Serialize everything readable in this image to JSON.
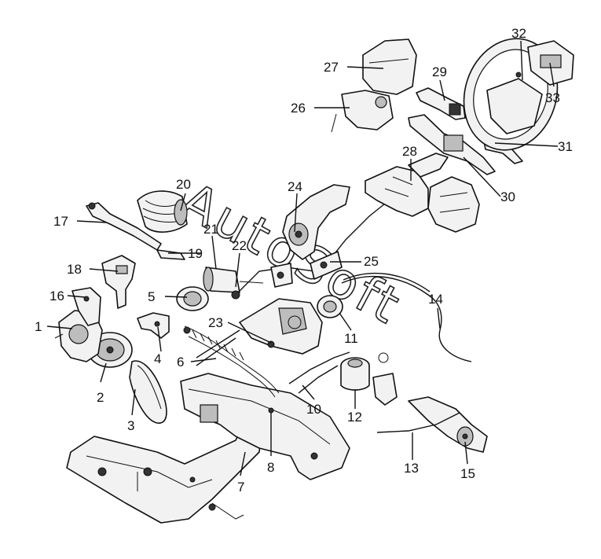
{
  "watermark": "AutoSoft",
  "parts": [
    {
      "id": "p1",
      "label": "1"
    },
    {
      "id": "p2",
      "label": "2"
    },
    {
      "id": "p3",
      "label": "3"
    },
    {
      "id": "p4",
      "label": "4"
    },
    {
      "id": "p5",
      "label": "5"
    },
    {
      "id": "p6",
      "label": "6"
    },
    {
      "id": "p7",
      "label": "7"
    },
    {
      "id": "p8",
      "label": "8"
    },
    {
      "id": "p10",
      "label": "10"
    },
    {
      "id": "p11",
      "label": "11"
    },
    {
      "id": "p12",
      "label": "12"
    },
    {
      "id": "p13",
      "label": "13"
    },
    {
      "id": "p14",
      "label": "14"
    },
    {
      "id": "p15",
      "label": "15"
    },
    {
      "id": "p16",
      "label": "16"
    },
    {
      "id": "p17",
      "label": "17"
    },
    {
      "id": "p18",
      "label": "18"
    },
    {
      "id": "p19",
      "label": "19"
    },
    {
      "id": "p20",
      "label": "20"
    },
    {
      "id": "p21",
      "label": "21"
    },
    {
      "id": "p22",
      "label": "22"
    },
    {
      "id": "p23",
      "label": "23"
    },
    {
      "id": "p24",
      "label": "24"
    },
    {
      "id": "p25",
      "label": "25"
    },
    {
      "id": "p26",
      "label": "26"
    },
    {
      "id": "p27",
      "label": "27"
    },
    {
      "id": "p28",
      "label": "28"
    },
    {
      "id": "p29",
      "label": "29"
    },
    {
      "id": "p30",
      "label": "30"
    },
    {
      "id": "p31",
      "label": "31"
    },
    {
      "id": "p32",
      "label": "32"
    },
    {
      "id": "p33",
      "label": "33"
    }
  ]
}
